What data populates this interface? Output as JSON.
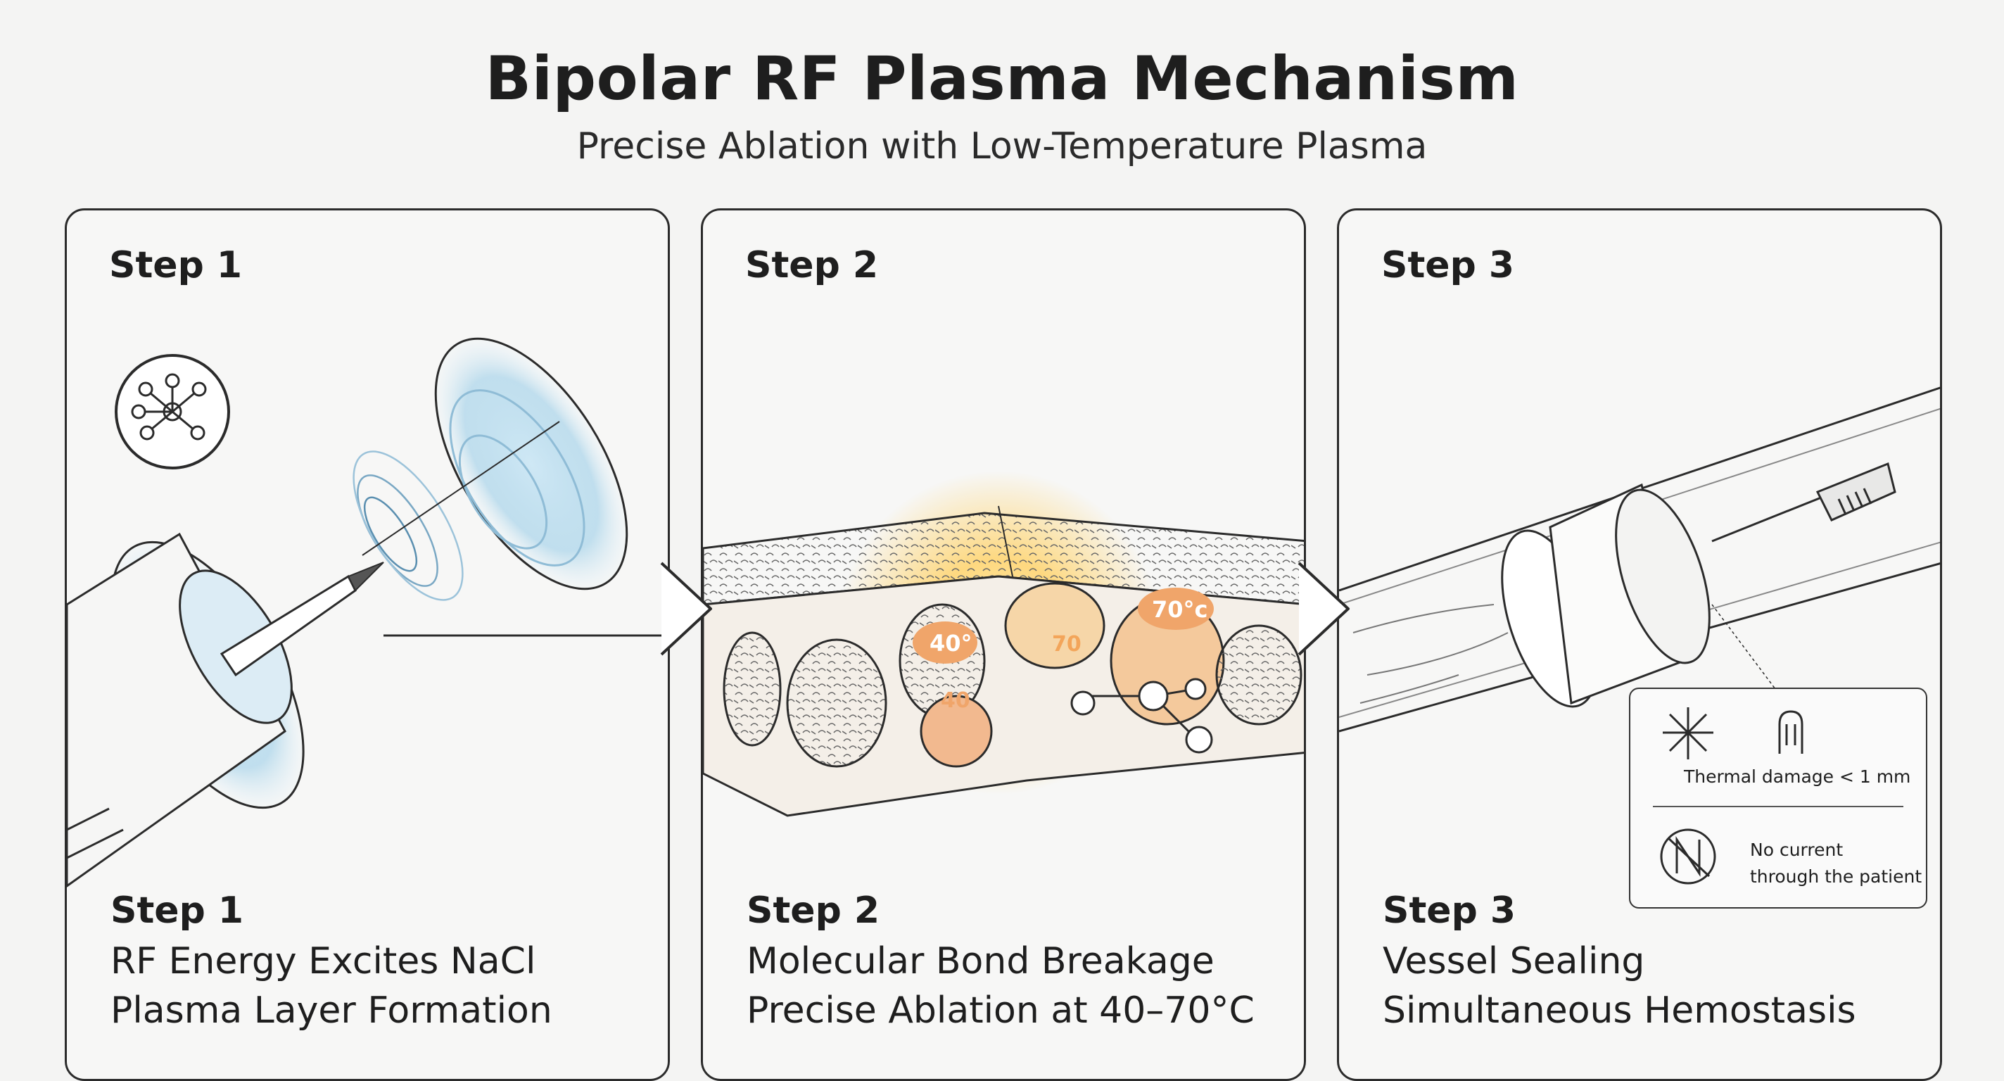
{
  "header": {
    "title": "Bipolar RF Plasma Mechanism",
    "subtitle": "Precise Ablation with Low-Temperature Plasma"
  },
  "steps": [
    {
      "label": "Step 1",
      "caption_heading": "Step 1",
      "caption_line1": "RF Energy Excites NaCl",
      "caption_line2": "Plasma Layer Formation",
      "icon": "molecule-icon"
    },
    {
      "label": "Step 2",
      "caption_heading": "Step 2",
      "caption_line1": "Molecular Bond Breakage",
      "caption_line2": "Precise Ablation at 40–70°C",
      "temp_labels": [
        "40°",
        "40",
        "70",
        "70°c"
      ]
    },
    {
      "label": "Step 3",
      "caption_heading": "Step 3",
      "caption_line1": "Vessel Sealing",
      "caption_line2": "Simultaneous Hemostasis",
      "info": {
        "thermal": "Thermal damage < 1 mm",
        "no_current_line1": "No current",
        "no_current_line2": "through the patient",
        "icons": [
          "starburst-icon",
          "hand-icon",
          "no-current-icon"
        ]
      }
    }
  ],
  "colors": {
    "plasma_blue": "#a9d4ea",
    "heat_orange": "#f0a56a",
    "heat_glow": "#ffd36b",
    "line": "#2b2b2b"
  }
}
